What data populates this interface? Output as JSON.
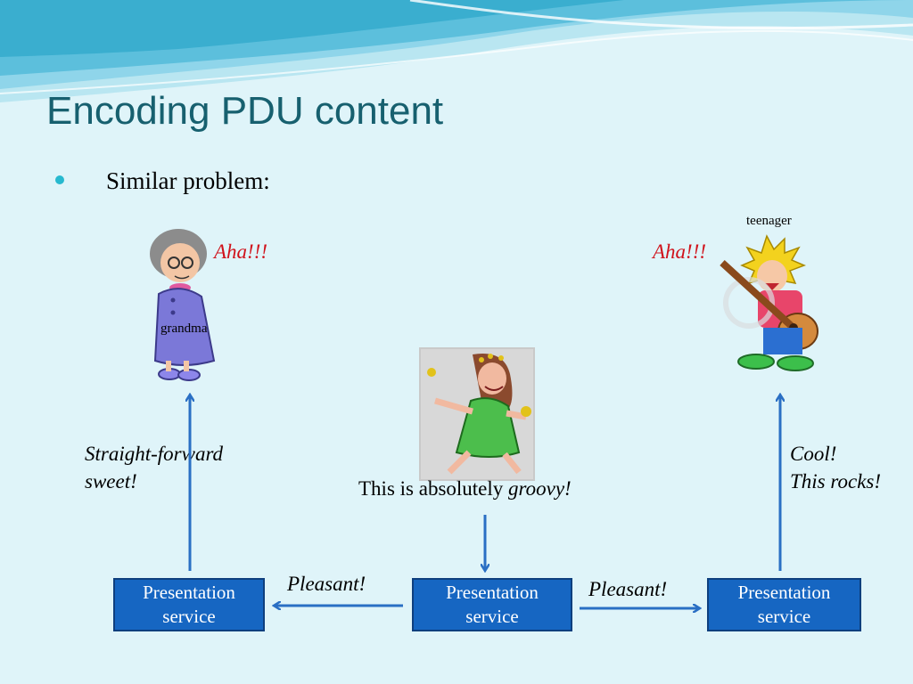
{
  "slide": {
    "title": "Encoding PDU content",
    "bullet": "Similar problem:"
  },
  "grandma": {
    "label": "grandma",
    "exclaim": "Aha!!!",
    "caption_line1": "Straight-forward",
    "caption_line2": "sweet!"
  },
  "hippie": {
    "caption_plain": "This is absolutely ",
    "caption_italic": "groovy!"
  },
  "teenager": {
    "label": "teenager",
    "exclaim": "Aha!!!",
    "caption_line1": "Cool!",
    "caption_line2": "This rocks!"
  },
  "boxes": {
    "left": {
      "line1": "Presentation",
      "line2": "service"
    },
    "middle": {
      "line1": "Presentation",
      "line2": "service"
    },
    "right": {
      "line1": "Presentation",
      "line2": "service"
    }
  },
  "arrows": {
    "left_label": "Pleasant!",
    "right_label": "Pleasant!"
  },
  "colors": {
    "background": "#dff4f9",
    "title": "#17606f",
    "box_fill": "#1666c2",
    "arrow": "#2a6fc4",
    "exclaim": "#d0121b"
  }
}
